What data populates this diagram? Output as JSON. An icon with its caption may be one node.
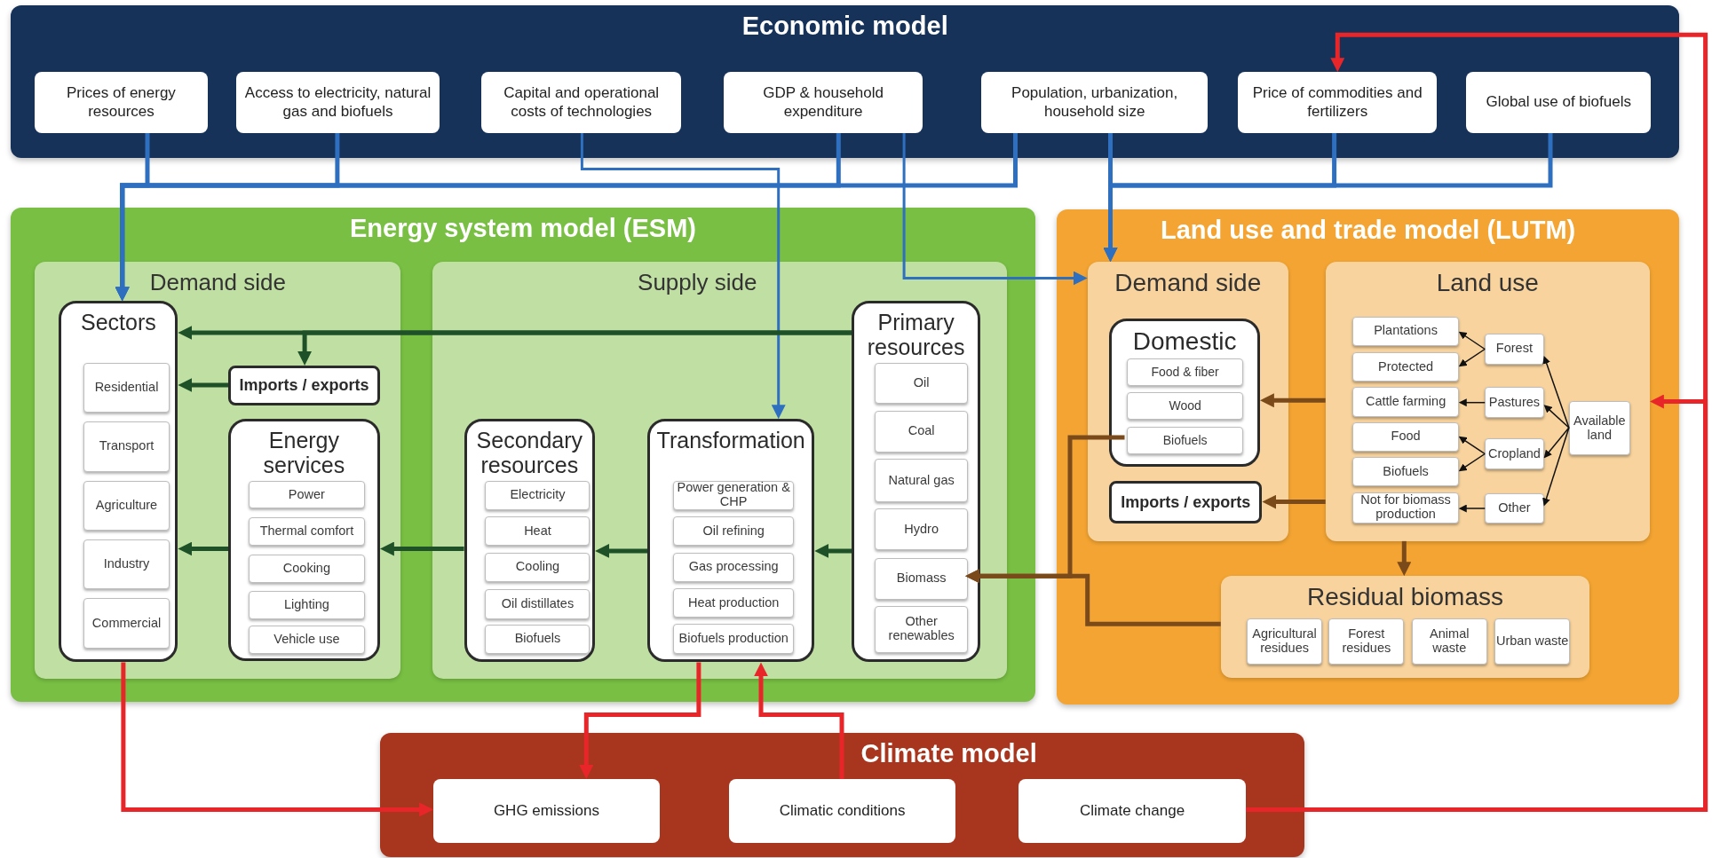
{
  "diagram": {
    "nodes": [
      {
        "text": [
          "Economic model"
        ]
      },
      {
        "text": [
          "Prices of energy resources"
        ],
        "in": 0
      },
      {
        "text": [
          "Access to electricity, natural gas and biofuels"
        ],
        "in": 0
      },
      {
        "text": [
          "Capital and operational costs of technologies"
        ],
        "in": 0
      },
      {
        "text": [
          "GDP & household expenditure"
        ],
        "in": 0
      },
      {
        "text": [
          "Population, urbanization, household size"
        ],
        "in": 0
      },
      {
        "text": [
          "Price of commodities and fertilizers"
        ],
        "in": 0
      },
      {
        "text": [
          "Global use of biofuels"
        ],
        "in": 0
      },
      {
        "text": [
          "Energy system model (ESM)"
        ]
      },
      {
        "text": [
          "Demand side"
        ],
        "in": 8
      },
      {
        "text": [
          "Sectors"
        ],
        "in": 9
      },
      {
        "text": [
          "Residential"
        ],
        "in": 10
      },
      {
        "text": [
          "Transport"
        ],
        "in": 10
      },
      {
        "text": [
          "Agriculture"
        ],
        "in": 10
      },
      {
        "text": [
          "Industry"
        ],
        "in": 10
      },
      {
        "text": [
          "Commercial"
        ],
        "in": 10
      },
      {
        "text": [
          "Imports / exports"
        ],
        "in": 9
      },
      {
        "text": [
          "Energy services"
        ],
        "in": 9
      },
      {
        "text": [
          "Power"
        ],
        "in": 17
      },
      {
        "text": [
          "Thermal comfort"
        ],
        "in": 17
      },
      {
        "text": [
          "Cooking"
        ],
        "in": 17
      },
      {
        "text": [
          "Lighting"
        ],
        "in": 17
      },
      {
        "text": [
          "Vehicle use"
        ],
        "in": 17
      },
      {
        "text": [
          "Supply side"
        ],
        "in": 8
      },
      {
        "text": [
          "Secondary resources"
        ],
        "in": 23
      },
      {
        "text": [
          "Electricity"
        ],
        "in": 24
      },
      {
        "text": [
          "Heat"
        ],
        "in": 24
      },
      {
        "text": [
          "Cooling"
        ],
        "in": 24
      },
      {
        "text": [
          "Oil distillates"
        ],
        "in": 24
      },
      {
        "text": [
          "Biofuels"
        ],
        "in": 24
      },
      {
        "text": [
          "Transformation"
        ],
        "in": 23
      },
      {
        "text": [
          "Power generation & CHP"
        ],
        "in": 30
      },
      {
        "text": [
          "Oil refining"
        ],
        "in": 30
      },
      {
        "text": [
          "Gas processing"
        ],
        "in": 30
      },
      {
        "text": [
          "Heat production"
        ],
        "in": 30
      },
      {
        "text": [
          "Biofuels production"
        ],
        "in": 30
      },
      {
        "text": [
          "Primary resources"
        ],
        "in": 23
      },
      {
        "text": [
          "Oil"
        ],
        "in": 36
      },
      {
        "text": [
          "Coal"
        ],
        "in": 36
      },
      {
        "text": [
          "Natural gas"
        ],
        "in": 36
      },
      {
        "text": [
          "Hydro"
        ],
        "in": 36
      },
      {
        "text": [
          "Biomass"
        ],
        "in": 36
      },
      {
        "text": [
          "Other renewables"
        ],
        "in": 36
      },
      {
        "text": [
          "Land use and trade model (LUTM)"
        ]
      },
      {
        "text": [
          "Demand side"
        ],
        "in": 43
      },
      {
        "text": [
          "Domestic"
        ],
        "in": 44
      },
      {
        "text": [
          "Food & fiber"
        ],
        "in": 45
      },
      {
        "text": [
          "Wood"
        ],
        "in": 45
      },
      {
        "text": [
          "Biofuels"
        ],
        "in": 45
      },
      {
        "text": [
          "Imports / exports"
        ],
        "in": 44
      },
      {
        "text": [
          "Land use"
        ],
        "in": 43
      },
      {
        "text": [
          "Plantations"
        ],
        "in": 50
      },
      {
        "text": [
          "Protected"
        ],
        "in": 50
      },
      {
        "text": [
          "Cattle farming"
        ],
        "in": 50
      },
      {
        "text": [
          "Food"
        ],
        "in": 50
      },
      {
        "text": [
          "Biofuels"
        ],
        "in": 50
      },
      {
        "text": [
          "Not for biomass production"
        ],
        "in": 50
      },
      {
        "text": [
          "Forest"
        ],
        "in": 50
      },
      {
        "text": [
          "Pastures"
        ],
        "in": 50
      },
      {
        "text": [
          "Cropland"
        ],
        "in": 50
      },
      {
        "text": [
          "Other"
        ],
        "in": 50
      },
      {
        "text": [
          "Available land"
        ],
        "in": 50
      },
      {
        "text": [
          "Residual biomass"
        ],
        "in": 43
      },
      {
        "text": [
          "Agricultural residues"
        ],
        "in": 62
      },
      {
        "text": [
          "Forest residues"
        ],
        "in": 62
      },
      {
        "text": [
          "Animal waste"
        ],
        "in": 62
      },
      {
        "text": [
          "Urban waste"
        ],
        "in": 62
      },
      {
        "text": [
          "Climate model"
        ]
      },
      {
        "text": [
          "GHG emissions"
        ],
        "in": 67
      },
      {
        "text": [
          "Climatic conditions"
        ],
        "in": 67
      },
      {
        "text": [
          "Climate change"
        ],
        "in": 67
      }
    ],
    "edges": [
      {
        "from": 1,
        "to": 10,
        "arrow": "to",
        "color": "#2f6fbf"
      },
      {
        "from": 2,
        "to": 10,
        "arrow": "to",
        "color": "#2f6fbf"
      },
      {
        "from": 4,
        "to": 10,
        "arrow": "to",
        "color": "#2f6fbf"
      },
      {
        "from": 5,
        "to": 10,
        "arrow": "to",
        "color": "#2f6fbf"
      },
      {
        "from": 3,
        "to": 30,
        "arrow": "to",
        "color": "#2f6fbf"
      },
      {
        "from": 4,
        "to": 44,
        "arrow": "to",
        "color": "#2f6fbf"
      },
      {
        "from": 5,
        "to": 44,
        "arrow": "to",
        "color": "#2f6fbf"
      },
      {
        "from": 6,
        "to": 44,
        "arrow": "to",
        "color": "#2f6fbf"
      },
      {
        "from": 7,
        "to": 44,
        "arrow": "to",
        "color": "#2f6fbf"
      },
      {
        "from": 36,
        "to": 10,
        "arrow": "to",
        "color": "#1e5128"
      },
      {
        "from": 36,
        "to": 16,
        "arrow": "to",
        "color": "#1e5128"
      },
      {
        "from": 16,
        "to": 10,
        "arrow": "to",
        "color": "#1e5128"
      },
      {
        "from": 17,
        "to": 10,
        "arrow": "to",
        "color": "#1e5128"
      },
      {
        "from": 24,
        "to": 17,
        "arrow": "to",
        "color": "#1e5128"
      },
      {
        "from": 30,
        "to": 24,
        "arrow": "to",
        "color": "#1e5128"
      },
      {
        "from": 36,
        "to": 30,
        "arrow": "to",
        "color": "#1e5128"
      },
      {
        "from": 50,
        "to": 45,
        "arrow": "to",
        "color": "#7a4a1a"
      },
      {
        "from": 50,
        "to": 49,
        "arrow": "to",
        "color": "#7a4a1a"
      },
      {
        "from": 50,
        "to": 62,
        "arrow": "to",
        "color": "#7a4a1a"
      },
      {
        "from": 48,
        "to": 41,
        "arrow": "to",
        "color": "#7a4a1a"
      },
      {
        "from": 62,
        "to": 41,
        "arrow": "to",
        "color": "#7a4a1a"
      },
      {
        "from": 57,
        "to": 51,
        "arrow": "to"
      },
      {
        "from": 57,
        "to": 52,
        "arrow": "to"
      },
      {
        "from": 58,
        "to": 53,
        "arrow": "to"
      },
      {
        "from": 59,
        "to": 54,
        "arrow": "to"
      },
      {
        "from": 59,
        "to": 55,
        "arrow": "to"
      },
      {
        "from": 60,
        "to": 56,
        "arrow": "to"
      },
      {
        "from": 61,
        "to": 57,
        "arrow": "to"
      },
      {
        "from": 61,
        "to": 58,
        "arrow": "to"
      },
      {
        "from": 61,
        "to": 59,
        "arrow": "to"
      },
      {
        "from": 61,
        "to": 60,
        "arrow": "to"
      },
      {
        "from": 10,
        "to": 68,
        "arrow": "to",
        "color": "#e8262a"
      },
      {
        "from": 30,
        "to": 68,
        "arrow": "to",
        "color": "#e8262a"
      },
      {
        "from": 69,
        "to": 30,
        "arrow": "to",
        "color": "#e8262a"
      },
      {
        "from": 70,
        "to": 6,
        "arrow": "to",
        "color": "#e8262a"
      },
      {
        "from": 70,
        "to": 50,
        "arrow": "to",
        "color": "#e8262a"
      }
    ]
  }
}
